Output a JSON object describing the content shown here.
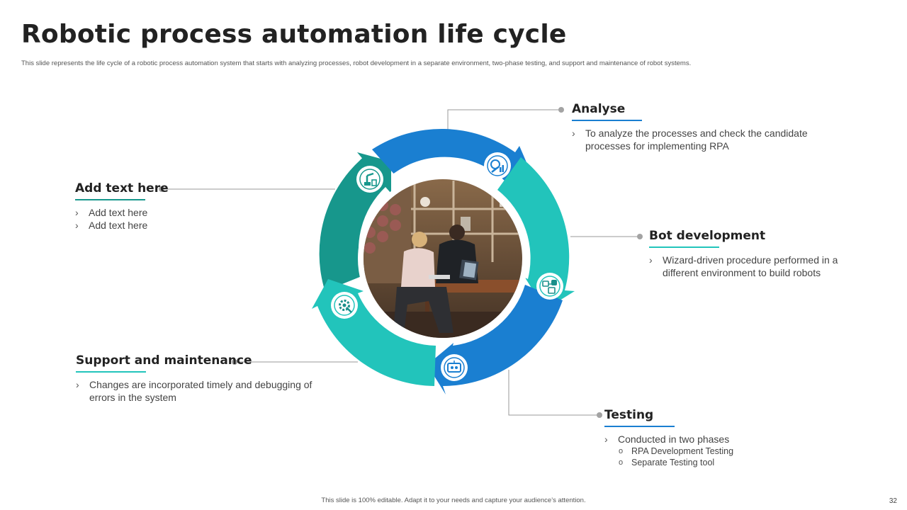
{
  "title": "Robotic process automation life cycle",
  "subtitle": "This slide represents the life cycle of a robotic process automation system that starts with analyzing processes, robot development in a separate environment, two-phase testing, and support and maintenance of robot systems.",
  "stages": {
    "analyse": {
      "heading": "Analyse",
      "points": [
        "To analyze the processes and check the candidate processes for implementing RPA"
      ],
      "icon": "analysis-chart-icon",
      "color": "#1a7fd1"
    },
    "bot_development": {
      "heading": "Bot development",
      "points": [
        "Wizard-driven procedure performed in a different environment to build robots"
      ],
      "icon": "robot-workflow-icon",
      "color": "#22c4bb"
    },
    "testing": {
      "heading": "Testing",
      "points": [
        "Conducted in two phases"
      ],
      "subpoints": [
        "RPA Development  Testing",
        "Separate Testing tool"
      ],
      "icon": "robot-test-icon",
      "color": "#1a7fd1"
    },
    "support": {
      "heading": "Support and maintenance",
      "points": [
        "Changes are incorporated timely and debugging of errors in the system"
      ],
      "icon": "gear-maintenance-icon",
      "color": "#22c4bb"
    },
    "placeholder": {
      "heading": "Add text here",
      "points": [
        "Add text here",
        "Add text here"
      ],
      "icon": "robot-arm-icon",
      "color": "#17978c"
    }
  },
  "footer": "This slide is 100% editable. Adapt it to your needs and capture your audience’s attention.",
  "page_number": "32"
}
